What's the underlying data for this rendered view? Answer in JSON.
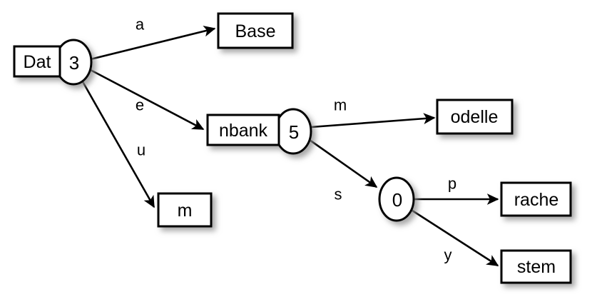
{
  "diagram": {
    "type": "directed-graph",
    "background_color": "#ffffff",
    "stroke_color": "#000000",
    "node_fill": "#ffffff",
    "nodes": [
      {
        "id": "n3",
        "label": "Dat",
        "badge": "3",
        "shape": "rect-with-ellipse"
      },
      {
        "id": "base",
        "label": "Base",
        "badge": "",
        "shape": "rect"
      },
      {
        "id": "nbank",
        "label": "nbank",
        "badge": "5",
        "shape": "rect-with-ellipse"
      },
      {
        "id": "m",
        "label": "m",
        "badge": "",
        "shape": "rect"
      },
      {
        "id": "odelle",
        "label": "odelle",
        "badge": "",
        "shape": "rect"
      },
      {
        "id": "zero",
        "label": "",
        "badge": "0",
        "shape": "ellipse"
      },
      {
        "id": "rache",
        "label": "rache",
        "badge": "",
        "shape": "rect"
      },
      {
        "id": "stem",
        "label": "stem",
        "badge": "",
        "shape": "rect"
      }
    ],
    "edges": [
      {
        "from": "n3",
        "to": "base",
        "label": "a"
      },
      {
        "from": "n3",
        "to": "nbank",
        "label": "e"
      },
      {
        "from": "n3",
        "to": "m",
        "label": "u"
      },
      {
        "from": "nbank",
        "to": "odelle",
        "label": "m"
      },
      {
        "from": "nbank",
        "to": "zero",
        "label": "s"
      },
      {
        "from": "zero",
        "to": "rache",
        "label": "p"
      },
      {
        "from": "zero",
        "to": "stem",
        "label": "y"
      }
    ]
  }
}
